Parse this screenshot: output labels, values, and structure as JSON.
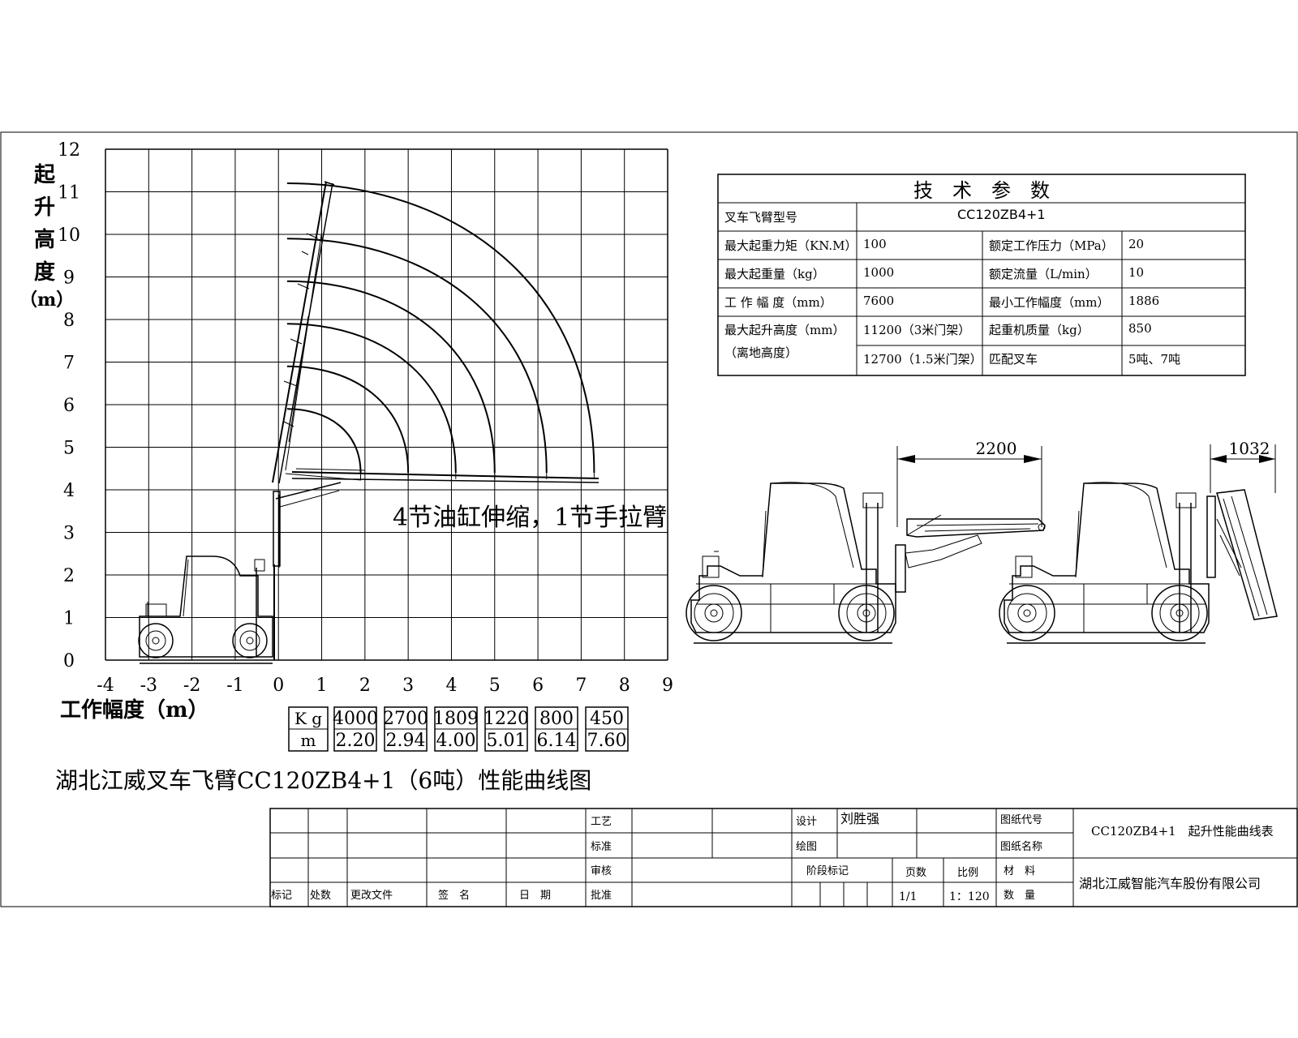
{
  "chart_data": {
    "type": "diagram",
    "x_ticks": [
      "-4",
      "-3",
      "-2",
      "-1",
      "0",
      "1",
      "2",
      "3",
      "4",
      "5",
      "6",
      "7",
      "8",
      "9"
    ],
    "y_ticks": [
      "0",
      "1",
      "2",
      "3",
      "4",
      "5",
      "6",
      "7",
      "8",
      "9",
      "10",
      "11",
      "12"
    ],
    "xlabel": "工作幅度（m）",
    "ylabel_chars": [
      "起",
      "升",
      "高",
      "度",
      "（m）"
    ],
    "xlim": [
      -4,
      9
    ],
    "ylim": [
      0,
      12
    ],
    "annotation": "4节油缸伸缩，1节手拉臂",
    "boom_pivot": [
      0,
      4.6
    ],
    "envelope_curves": [
      {
        "top_y": 5.9,
        "end_x": 1.9
      },
      {
        "top_y": 6.9,
        "end_x": 3.0
      },
      {
        "top_y": 7.9,
        "end_x": 4.1
      },
      {
        "top_y": 8.9,
        "end_x": 5.0
      },
      {
        "top_y": 9.9,
        "end_x": 6.2
      },
      {
        "top_y": 11.2,
        "end_x": 7.3
      }
    ],
    "load_table": {
      "headers": [
        "K g",
        "m"
      ],
      "kg": [
        "4000",
        "2700",
        "1809",
        "1220",
        "800",
        "450"
      ],
      "m": [
        "2.20",
        "2.94",
        "4.00",
        "5.01",
        "6.14",
        "7.60"
      ]
    }
  },
  "title": "湖北江威叉车飞臂CC120ZB4+1（6吨）性能曲线图",
  "tech": {
    "title": "技　术　参　数",
    "model_label": "叉车飞臂型号",
    "model_value": "CC120ZB4+1",
    "rows": [
      {
        "l1": "最大起重力矩（KN.M）",
        "v1": "100",
        "l2": "额定工作压力（MPa）",
        "v2": "20"
      },
      {
        "l1": "最大起重量（kg）",
        "v1": "1000",
        "l2": "额定流量（L/min）",
        "v2": "10"
      },
      {
        "l1": "工 作 幅 度（mm）",
        "v1": "7600",
        "l2": "最小工作幅度（mm）",
        "v2": "1886"
      }
    ],
    "height_label1": "最大起升高度（mm）",
    "height_label2": "（离地高度）",
    "height_v1": "11200（3米门架）",
    "height_v2": "12700（1.5米门架）",
    "weight_label": "起重机质量（kg）",
    "weight_value": "850",
    "match_label": "匹配叉车",
    "match_value": "5吨、7吨"
  },
  "dims": {
    "d1": "2200",
    "d2": "1032"
  },
  "titleblock": {
    "process": "工艺",
    "standard": "标准",
    "review": "审核",
    "approve": "批准",
    "mark": "标记",
    "count": "处数",
    "change_doc": "更改文件",
    "signature": "签　名",
    "date": "日　期",
    "design": "设计",
    "designer": "刘胜强",
    "drawing": "绘图",
    "stage_mark": "阶段标记",
    "pages": "页数",
    "scale": "比例",
    "pages_value": "1/1",
    "scale_value": "1：120",
    "drawing_code": "图纸代号",
    "drawing_name": "图纸名称",
    "material": "材　料",
    "quantity": "数　量",
    "drawing_title": "CC120ZB4+1　起升性能曲线表",
    "company": "湖北江威智能汽车股份有限公司"
  }
}
